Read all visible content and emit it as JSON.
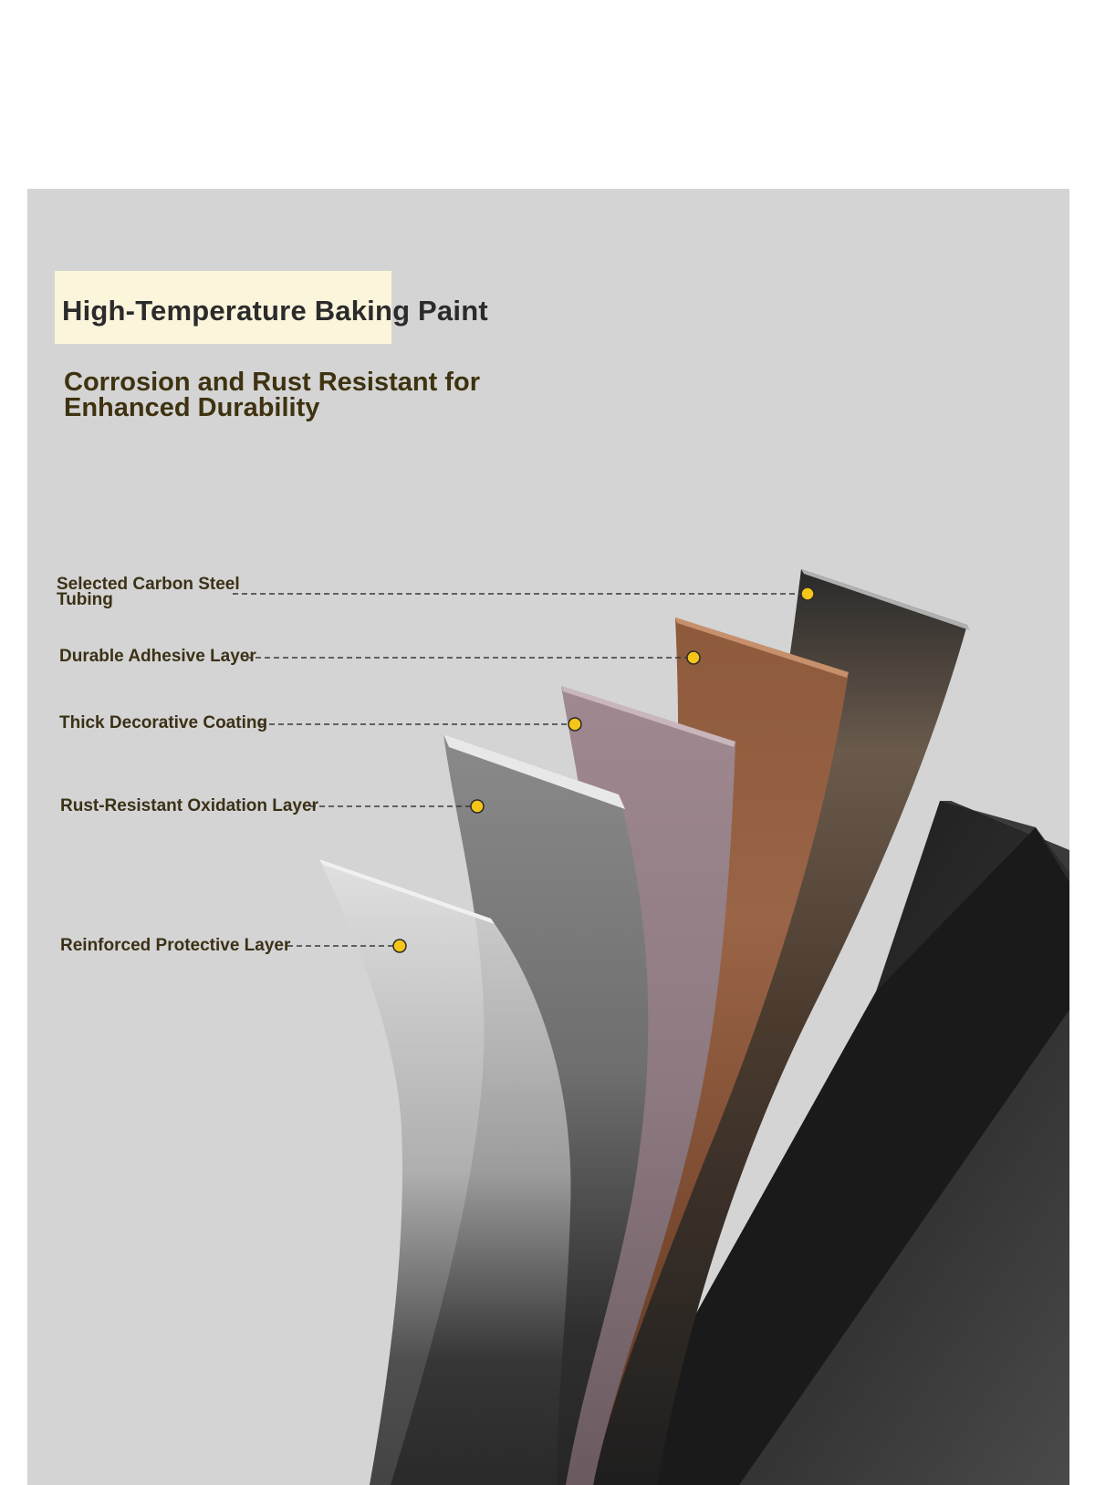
{
  "title": "High-Temperature Baking Paint",
  "subtitle": "Corrosion and Rust Resistant for Enhanced Durability",
  "layers": [
    {
      "label_line1": "Selected Carbon Steel",
      "label_line2": "Tubing"
    },
    {
      "label": "Durable Adhesive Layer"
    },
    {
      "label": "Thick Decorative Coating"
    },
    {
      "label": "Rust-Resistant Oxidation Layer"
    },
    {
      "label": "Reinforced Protective Layer"
    }
  ],
  "colors": {
    "background": "#d4d4d4",
    "title_box": "#fbf5dc",
    "marker": "#f5c518",
    "label_text": "#3b3116"
  }
}
